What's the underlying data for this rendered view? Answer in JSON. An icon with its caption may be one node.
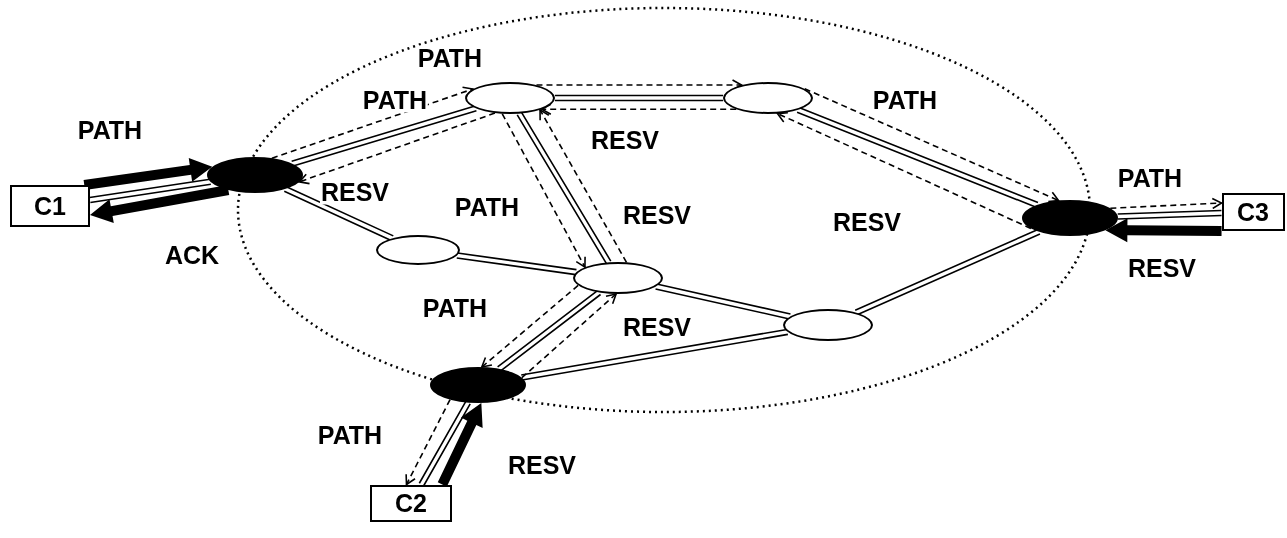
{
  "diagram": {
    "nodes": [
      {
        "text": [
          "C1"
        ]
      },
      {
        "text": [
          "C2"
        ]
      },
      {
        "text": [
          "C3"
        ]
      },
      {
        "text": [],
        "shape": "ellipse"
      },
      {
        "text": [],
        "shape": "ellipse"
      },
      {
        "text": [],
        "shape": "ellipse"
      },
      {
        "text": [],
        "shape": "ellipse"
      },
      {
        "text": [],
        "shape": "ellipse"
      },
      {
        "text": [],
        "shape": "ellipse"
      },
      {
        "text": [],
        "shape": "ellipse"
      },
      {
        "text": [],
        "shape": "ellipse"
      }
    ],
    "edges": [
      {
        "from": 0,
        "to": 3,
        "arrow": "none"
      },
      {
        "from": 3,
        "to": 4,
        "arrow": "none"
      },
      {
        "from": 3,
        "to": 7,
        "arrow": "none"
      },
      {
        "from": 4,
        "to": 5,
        "arrow": "none"
      },
      {
        "from": 4,
        "to": 8,
        "arrow": "none"
      },
      {
        "from": 5,
        "to": 6,
        "arrow": "none"
      },
      {
        "from": 7,
        "to": 8,
        "arrow": "none"
      },
      {
        "from": 8,
        "to": 9,
        "arrow": "none"
      },
      {
        "from": 8,
        "to": 10,
        "arrow": "none"
      },
      {
        "from": 9,
        "to": 6,
        "arrow": "none"
      },
      {
        "from": 10,
        "to": 9,
        "arrow": "none"
      },
      {
        "from": 10,
        "to": 1,
        "arrow": "none"
      },
      {
        "from": 6,
        "to": 2,
        "arrow": "none"
      },
      {
        "from": 4,
        "to": 5,
        "arrow": "to",
        "label": "PATH",
        "style": "dashed"
      },
      {
        "from": 5,
        "to": 4,
        "arrow": "to",
        "label": "RESV",
        "style": "dashed"
      },
      {
        "from": 3,
        "to": 4,
        "arrow": "to",
        "label": "PATH",
        "style": "dashed"
      },
      {
        "from": 4,
        "to": 3,
        "arrow": "to",
        "label": "RESV",
        "style": "dashed"
      },
      {
        "from": 4,
        "to": 8,
        "arrow": "to",
        "label": "PATH",
        "style": "dashed"
      },
      {
        "from": 8,
        "to": 4,
        "arrow": "to",
        "label": "RESV",
        "style": "dashed"
      },
      {
        "from": 5,
        "to": 6,
        "arrow": "to",
        "label": "PATH",
        "style": "dashed"
      },
      {
        "from": 6,
        "to": 5,
        "arrow": "to",
        "label": "RESV",
        "style": "dashed"
      },
      {
        "from": 6,
        "to": 2,
        "arrow": "to",
        "label": "PATH",
        "style": "dashed"
      },
      {
        "from": 2,
        "to": 6,
        "arrow": "to",
        "label": "RESV",
        "style": "thick"
      },
      {
        "from": 0,
        "to": 3,
        "arrow": "to",
        "label": "PATH",
        "style": "thick"
      },
      {
        "from": 3,
        "to": 0,
        "arrow": "to",
        "label": "ACK",
        "style": "thick"
      },
      {
        "from": 8,
        "to": 10,
        "arrow": "to",
        "label": "PATH",
        "style": "dashed"
      },
      {
        "from": 10,
        "to": 8,
        "arrow": "to",
        "label": "RESV",
        "style": "dashed"
      },
      {
        "from": 10,
        "to": 1,
        "arrow": "to",
        "label": "PATH",
        "style": "dashed"
      },
      {
        "from": 1,
        "to": 10,
        "arrow": "to",
        "label": "RESV",
        "style": "thick"
      }
    ]
  }
}
